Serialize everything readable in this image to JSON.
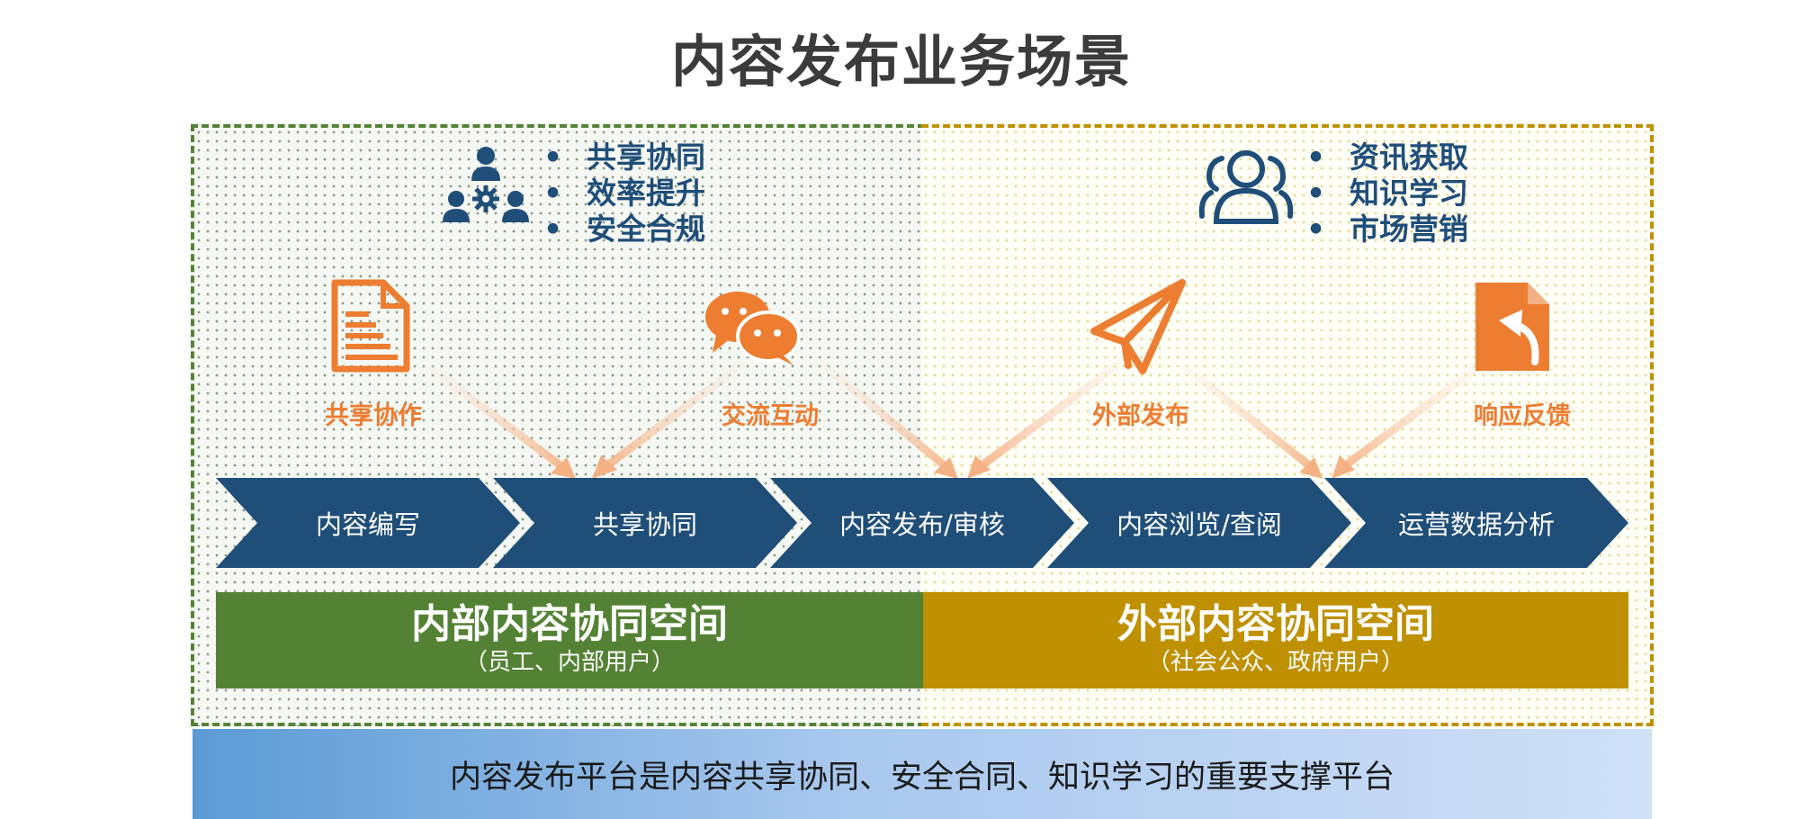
{
  "title": "内容发布业务场景",
  "internal": {
    "bullets": [
      "共享协同",
      "效率提升",
      "安全合规"
    ],
    "space_title": "内部内容协同空间",
    "space_subtitle": "（员工、内部用户）"
  },
  "external": {
    "bullets": [
      "资讯获取",
      "知识学习",
      "市场营销"
    ],
    "space_title": "外部内容协同空间",
    "space_subtitle": "（社会公众、政府用户）"
  },
  "actions": [
    {
      "label": "共享协作",
      "icon": "document-icon"
    },
    {
      "label": "交流互动",
      "icon": "chat-bubbles-icon"
    },
    {
      "label": "外部发布",
      "icon": "paper-plane-icon"
    },
    {
      "label": "响应反馈",
      "icon": "feedback-document-icon"
    }
  ],
  "steps": [
    "内容编写",
    "共享协同",
    "内容发布/审核",
    "内容浏览/查阅",
    "运营数据分析"
  ],
  "footer": "内容发布平台是内容共享协同、安全合同、知识学习的重要支撑平台",
  "colors": {
    "title": "#3b3b3b",
    "navy": "#1f4e79",
    "orange": "#ed7d31",
    "green": "#548235",
    "gold": "#bf9000",
    "footer_blue": "#5b9bd5"
  }
}
